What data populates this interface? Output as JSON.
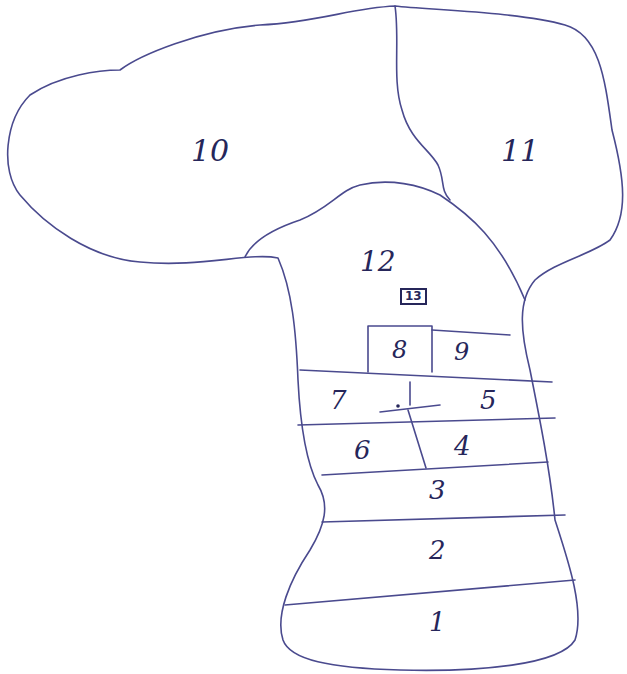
{
  "diagram": {
    "nodes": [
      {
        "text": [
          "10"
        ]
      },
      {
        "text": [
          "11"
        ]
      },
      {
        "text": [
          "12"
        ]
      },
      {
        "text": [
          "13"
        ],
        "in": 2
      },
      {
        "text": [
          "8"
        ]
      },
      {
        "text": [
          "9"
        ]
      },
      {
        "text": [
          "7"
        ]
      },
      {
        "text": [
          "5"
        ]
      },
      {
        "text": [
          "6"
        ]
      },
      {
        "text": [
          "4"
        ]
      },
      {
        "text": [
          "3"
        ]
      },
      {
        "text": [
          "2"
        ]
      },
      {
        "text": [
          "1"
        ]
      }
    ]
  }
}
